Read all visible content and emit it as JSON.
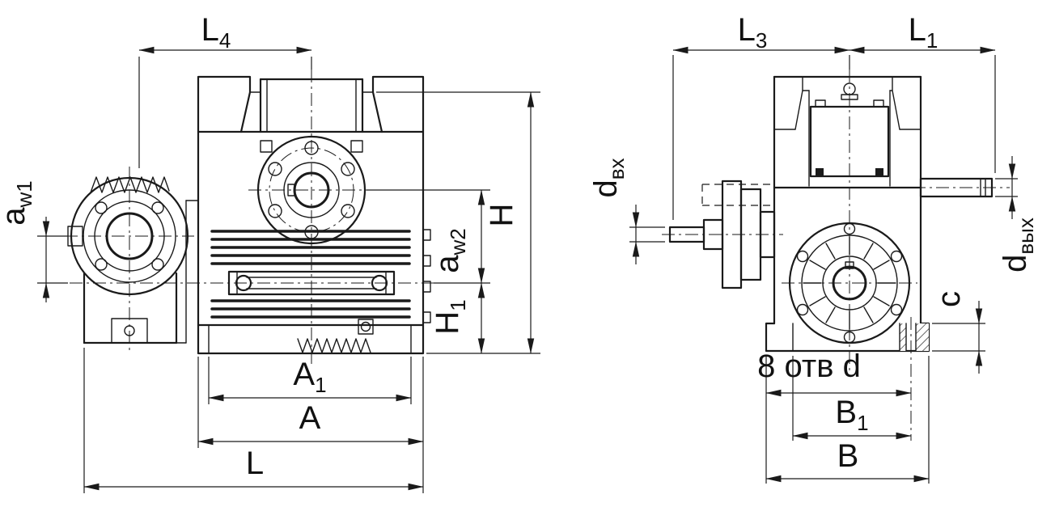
{
  "style": {
    "ink_color": "#1a1a1a",
    "background": "#ffffff"
  },
  "front_view": {
    "dims": {
      "L4": {
        "base": "L",
        "sub": "4"
      },
      "aw1": {
        "base": "a",
        "sub": "w1"
      },
      "aw2": {
        "base": "a",
        "sub": "w2"
      },
      "H": {
        "base": "H",
        "sub": ""
      },
      "H1": {
        "base": "H",
        "sub": "1"
      },
      "A1": {
        "base": "A",
        "sub": "1"
      },
      "A": {
        "base": "A",
        "sub": ""
      },
      "L": {
        "base": "L",
        "sub": ""
      }
    }
  },
  "side_view": {
    "dims": {
      "L3": {
        "base": "L",
        "sub": "3"
      },
      "L1": {
        "base": "L",
        "sub": "1"
      },
      "d_in": {
        "base": "d",
        "sub": "вх"
      },
      "d_out": {
        "base": "d",
        "sub": "вых"
      },
      "c": {
        "base": "c",
        "sub": ""
      },
      "holes": {
        "base": "8 отв d",
        "sub": ""
      },
      "B1": {
        "base": "B",
        "sub": "1"
      },
      "B": {
        "base": "B",
        "sub": ""
      }
    }
  }
}
